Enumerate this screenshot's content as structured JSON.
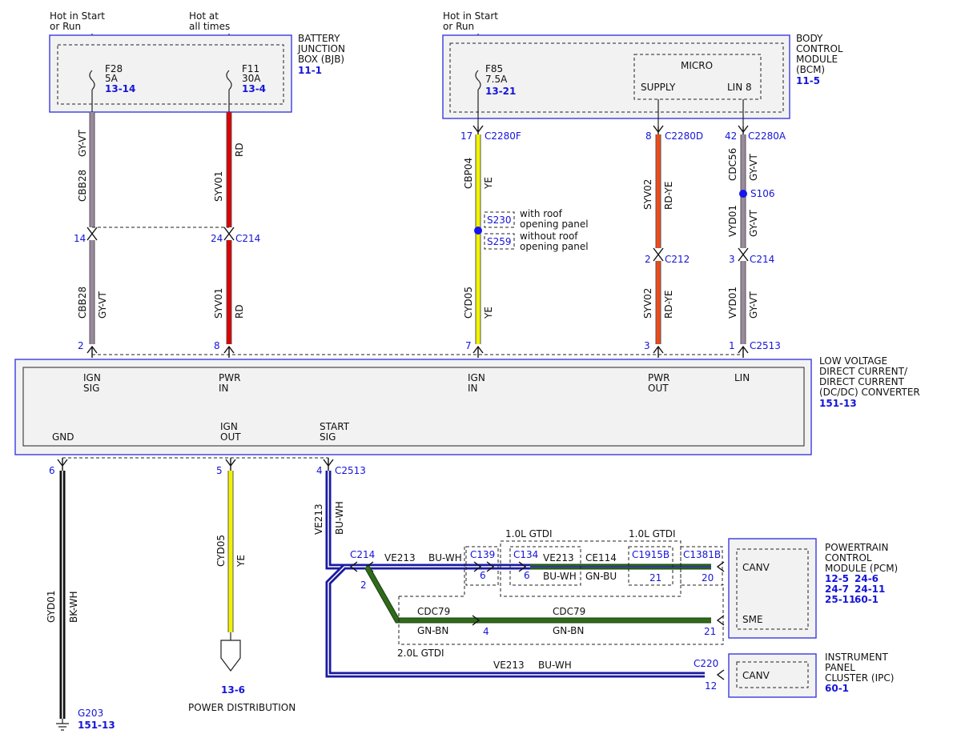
{
  "colors": {
    "GY-VT": "#9a8a9e",
    "RD": "#e00000",
    "YE": "#f2f200",
    "RD-YE": "#ee4a1a",
    "BU-WH": "#2a2ac8",
    "GN-BN": "#2f6b1a",
    "BK-WH": "#111111",
    "GN-BU": "#2f6b1a"
  },
  "top_labels": [
    {
      "text": "Hot in Start\nor Run"
    },
    {
      "text": "Hot at\nall times"
    },
    {
      "text": "Hot in Start\nor Run"
    }
  ],
  "bjb": {
    "name": "BATTERY\nJUNCTION\nBOX (BJB)",
    "ref": "11-1",
    "fuses": [
      {
        "id": "F28",
        "amps": "5A",
        "ref": "13-14"
      },
      {
        "id": "F11",
        "amps": "30A",
        "ref": "13-4"
      }
    ]
  },
  "bcm": {
    "name": "BODY\nCONTROL\nMODULE\n(BCM)",
    "ref": "11-5",
    "fuse": {
      "id": "F85",
      "amps": "7.5A",
      "ref": "13-21"
    },
    "micro": "MICRO",
    "supply": "SUPPLY",
    "lin": "LIN 8"
  },
  "converter": {
    "name": "LOW VOLTAGE\nDIRECT CURRENT/\nDIRECT CURRENT\n(DC/DC) CONVERTER",
    "ref": "151-13",
    "pins_top": [
      "IGN\nSIG",
      "PWR\nIN",
      "IGN\nIN",
      "PWR\nOUT",
      "LIN"
    ],
    "pins_bottom": [
      "GND",
      "IGN\nOUT",
      "START\nSIG"
    ]
  },
  "wires_top": [
    {
      "circuit_a": "CBB28",
      "color_a": "GY-VT",
      "circuit_b": "CBB28",
      "color_b": "GY-VT",
      "pin_mid": "14",
      "pin_end": "2"
    },
    {
      "circuit_a": "SYV01",
      "color_a": "RD",
      "circuit_b": "SYV01",
      "color_b": "RD",
      "pin_mid": "24",
      "conn_mid": "C214",
      "pin_end": "8"
    },
    {
      "circuit_a": "CBP04",
      "color_a": "YE",
      "circuit_b": "CYD05",
      "color_b": "YE",
      "pin_top": "17",
      "conn_top": "C2280F",
      "pin_end": "7"
    },
    {
      "circuit_a": "SYV02",
      "color_a": "RD-YE",
      "circuit_b": "SYV02",
      "color_b": "RD-YE",
      "pin_top": "8",
      "conn_top": "C2280D",
      "pin_mid": "2",
      "conn_mid": "C212",
      "pin_end": "3"
    },
    {
      "circuit_a": "CDC56",
      "color_a": "GY-VT",
      "circuit_b": "VYD01",
      "color_b": "GY-VT",
      "circuit_c": "VYD01",
      "color_c": "GY-VT",
      "pin_top": "42",
      "conn_top": "C2280A",
      "splice": "S106",
      "pin_mid": "3",
      "conn_mid": "C214",
      "pin_end": "1",
      "conn_end": "C2513"
    }
  ],
  "splices": [
    {
      "id": "S230",
      "note": "with roof\nopening panel"
    },
    {
      "id": "S259",
      "note": "without roof\nopening panel"
    }
  ],
  "bottom": {
    "gnd_pin": "6",
    "ign_out_pin": "5",
    "start_pin": "4",
    "start_conn": "C2513",
    "gnd_circuit": "GYD01",
    "gnd_color": "BK-WH",
    "ground_id": "G203",
    "ground_ref": "151-13",
    "ign_circuit": "CYD05",
    "ign_color": "YE",
    "pd_ref": "13-6",
    "pd_label": "POWER DISTRIBUTION",
    "start_circuit": "VE213",
    "start_color": "BU-WH"
  },
  "network": {
    "c214": "C214",
    "c214_pin": "2",
    "ve213": "VE213",
    "buwh": "BU-WH",
    "c139": "C139",
    "c139_pin": "6",
    "c134": "C134",
    "c134_pin": "6",
    "gtdi_10": "1.0L GTDI",
    "ce114": "CE114",
    "gnbu": "GN-BU",
    "c1915b": "C1915B",
    "c1915b_pin": "21",
    "c1381b": "C1381B",
    "c1381b_pin": "20",
    "cdc79": "CDC79",
    "gnbn": "GN-BN",
    "pin4": "4",
    "pin21": "21",
    "gtdi_20": "2.0L GTDI",
    "c220": "C220",
    "c220_pin": "12"
  },
  "pcm": {
    "name": "POWERTRAIN\nCONTROL\nMODULE (PCM)",
    "refs": [
      "12-5",
      "24-6",
      "24-7",
      "24-11",
      "25-11",
      "60-1"
    ],
    "canv": "CANV",
    "sme": "SME"
  },
  "ipc": {
    "name": "INSTRUMENT\nPANEL\nCLUSTER (IPC)",
    "ref": "60-1",
    "canv": "CANV"
  }
}
